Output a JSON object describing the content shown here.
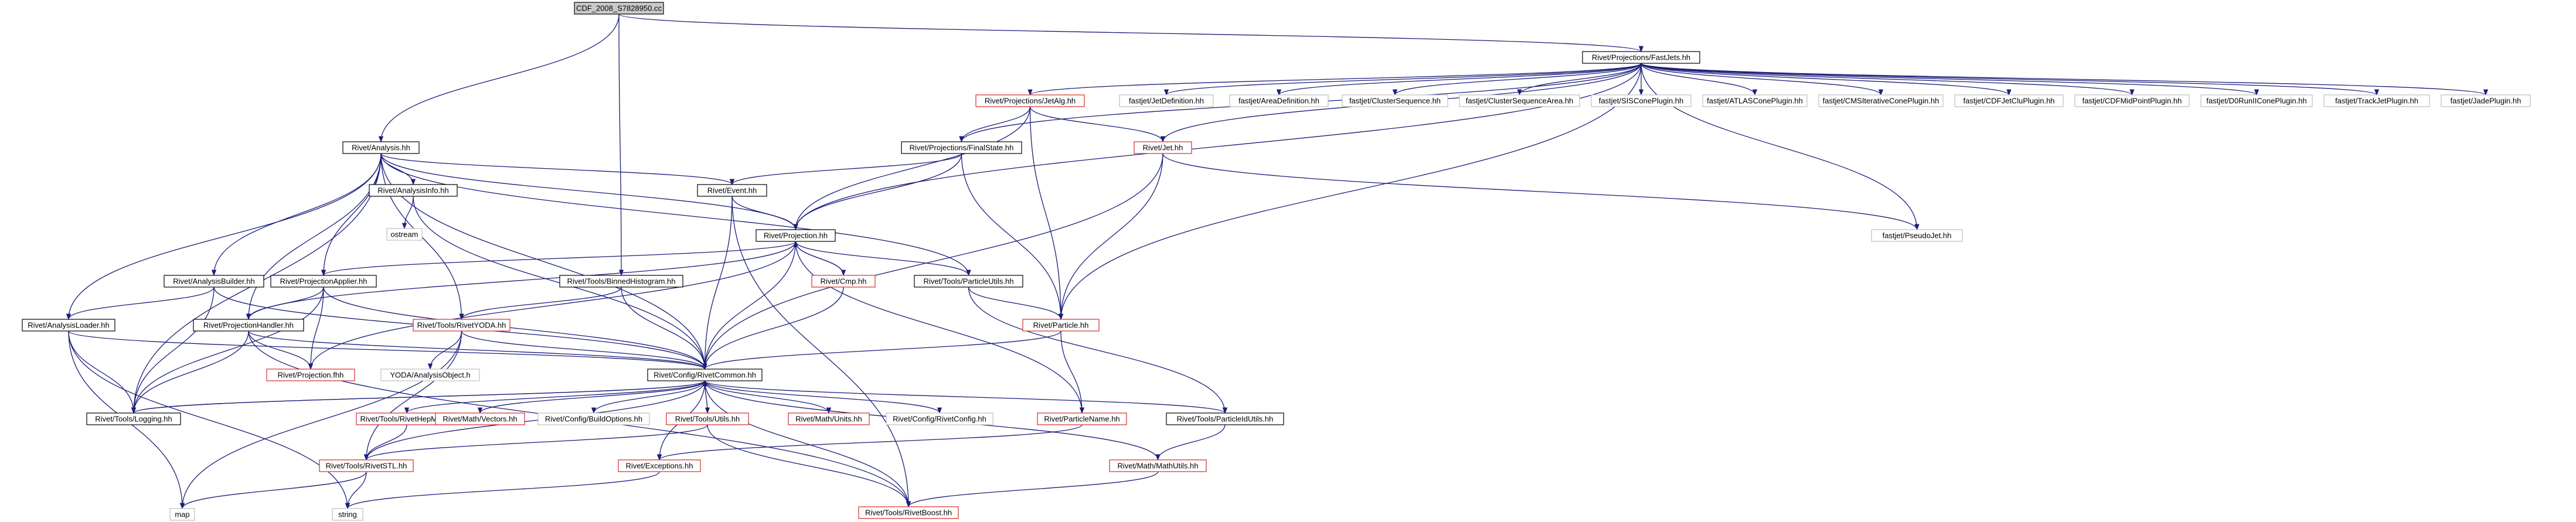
{
  "colors": {
    "edge": "#1b1e7a",
    "border_normal": "#000000",
    "border_red": "#d62a2a",
    "border_gray": "#bfbfbf",
    "root_fill": "#c9c9c9",
    "fill": "#ffffff"
  },
  "nodes": [
    {
      "id": "root",
      "label": "CDF_2008_S7828950.cc",
      "style": "root"
    },
    {
      "id": "fastjets",
      "label": "Rivet/Projections/FastJets.hh",
      "style": "normal"
    },
    {
      "id": "jetalg",
      "label": "Rivet/Projections/JetAlg.hh",
      "style": "red"
    },
    {
      "id": "jetdef",
      "label": "fastjet/JetDefinition.hh",
      "style": "gray"
    },
    {
      "id": "areadef",
      "label": "fastjet/AreaDefinition.hh",
      "style": "gray"
    },
    {
      "id": "clusterseq",
      "label": "fastjet/ClusterSequence.hh",
      "style": "gray"
    },
    {
      "id": "clusterseqarea",
      "label": "fastjet/ClusterSequenceArea.hh",
      "style": "gray"
    },
    {
      "id": "siscone",
      "label": "fastjet/SISConePlugin.hh",
      "style": "gray"
    },
    {
      "id": "atlascone",
      "label": "fastjet/ATLASConePlugin.hh",
      "style": "gray"
    },
    {
      "id": "cmsiter",
      "label": "fastjet/CMSIterativeConePlugin.hh",
      "style": "gray"
    },
    {
      "id": "cdfjetclu",
      "label": "fastjet/CDFJetCluPlugin.hh",
      "style": "gray"
    },
    {
      "id": "cdfmid",
      "label": "fastjet/CDFMidPointPlugin.hh",
      "style": "gray"
    },
    {
      "id": "d0run",
      "label": "fastjet/D0RunIIConePlugin.hh",
      "style": "gray"
    },
    {
      "id": "trackjet",
      "label": "fastjet/TrackJetPlugin.hh",
      "style": "gray"
    },
    {
      "id": "jade",
      "label": "fastjet/JadePlugin.hh",
      "style": "gray"
    },
    {
      "id": "analysis",
      "label": "Rivet/Analysis.hh",
      "style": "normal"
    },
    {
      "id": "finalstate",
      "label": "Rivet/Projections/FinalState.hh",
      "style": "normal"
    },
    {
      "id": "jet",
      "label": "Rivet/Jet.hh",
      "style": "red"
    },
    {
      "id": "analysisinfo",
      "label": "Rivet/AnalysisInfo.hh",
      "style": "normal"
    },
    {
      "id": "event",
      "label": "Rivet/Event.hh",
      "style": "normal"
    },
    {
      "id": "pseudojet",
      "label": "fastjet/PseudoJet.hh",
      "style": "gray"
    },
    {
      "id": "ostream",
      "label": "ostream",
      "style": "gray"
    },
    {
      "id": "projection",
      "label": "Rivet/Projection.hh",
      "style": "normal"
    },
    {
      "id": "analysisbuilder",
      "label": "Rivet/AnalysisBuilder.hh",
      "style": "normal"
    },
    {
      "id": "projapplier",
      "label": "Rivet/ProjectionApplier.hh",
      "style": "normal"
    },
    {
      "id": "binnedhisto",
      "label": "Rivet/Tools/BinnedHistogram.hh",
      "style": "normal"
    },
    {
      "id": "cmp",
      "label": "Rivet/Cmp.hh",
      "style": "red"
    },
    {
      "id": "particleutils",
      "label": "Rivet/Tools/ParticleUtils.hh",
      "style": "normal"
    },
    {
      "id": "analysisloader",
      "label": "Rivet/AnalysisLoader.hh",
      "style": "normal"
    },
    {
      "id": "projhandler",
      "label": "Rivet/ProjectionHandler.hh",
      "style": "normal"
    },
    {
      "id": "rivetyoda",
      "label": "Rivet/Tools/RivetYODA.hh",
      "style": "red"
    },
    {
      "id": "particle",
      "label": "Rivet/Particle.hh",
      "style": "red"
    },
    {
      "id": "projectionfhh",
      "label": "Rivet/Projection.fhh",
      "style": "red"
    },
    {
      "id": "yodaao",
      "label": "YODA/AnalysisObject.h",
      "style": "gray"
    },
    {
      "id": "rivetcommon",
      "label": "Rivet/Config/RivetCommon.hh",
      "style": "normal"
    },
    {
      "id": "logging",
      "label": "Rivet/Tools/Logging.hh",
      "style": "normal"
    },
    {
      "id": "rivethepmc",
      "label": "Rivet/Tools/RivetHepMC.hh",
      "style": "red"
    },
    {
      "id": "mathvectors",
      "label": "Rivet/Math/Vectors.hh",
      "style": "red"
    },
    {
      "id": "buildoptions",
      "label": "Rivet/Config/BuildOptions.hh",
      "style": "gray"
    },
    {
      "id": "utils",
      "label": "Rivet/Tools/Utils.hh",
      "style": "red"
    },
    {
      "id": "mathunits",
      "label": "Rivet/Math/Units.hh",
      "style": "red"
    },
    {
      "id": "rivetconfig",
      "label": "Rivet/Config/RivetConfig.hh",
      "style": "gray"
    },
    {
      "id": "particlename",
      "label": "Rivet/ParticleName.hh",
      "style": "red"
    },
    {
      "id": "particleidutils",
      "label": "Rivet/Tools/ParticleIdUtils.hh",
      "style": "normal"
    },
    {
      "id": "rivetstl",
      "label": "Rivet/Tools/RivetSTL.hh",
      "style": "red"
    },
    {
      "id": "exceptions",
      "label": "Rivet/Exceptions.hh",
      "style": "red"
    },
    {
      "id": "mathutils",
      "label": "Rivet/Math/MathUtils.hh",
      "style": "red"
    },
    {
      "id": "map",
      "label": "map",
      "style": "gray"
    },
    {
      "id": "string",
      "label": "string",
      "style": "gray"
    },
    {
      "id": "rivetboost",
      "label": "Rivet/Tools/RivetBoost.hh",
      "style": "red"
    }
  ]
}
